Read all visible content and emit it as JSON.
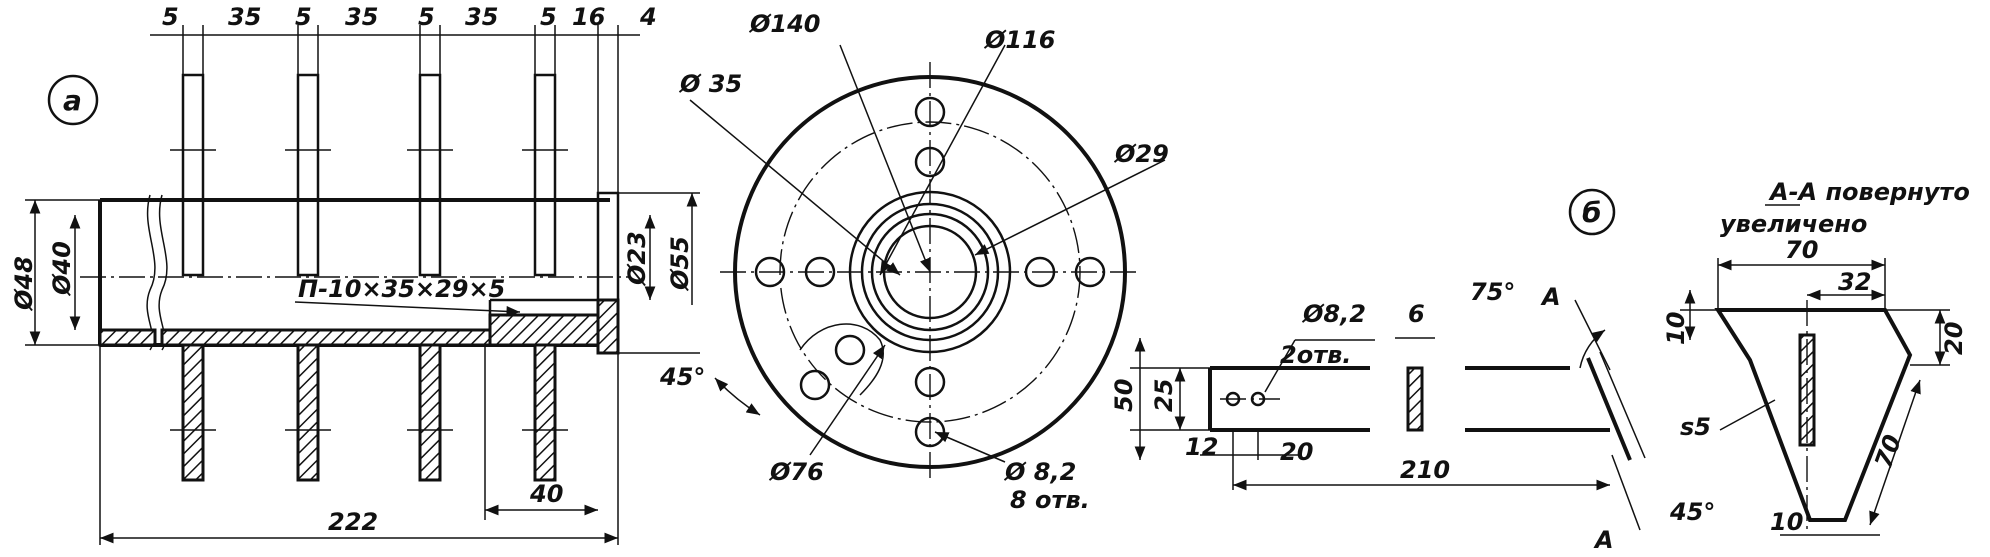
{
  "view_a": {
    "marker": "а",
    "top_dims": [
      "5",
      "35",
      "5",
      "35",
      "5",
      "35",
      "5",
      "16",
      "4"
    ],
    "d48": "Ø48",
    "d40": "Ø40",
    "d23": "Ø23",
    "d55": "Ø55",
    "plate": "П-10×35×29×5",
    "len_222": "222",
    "len_40": "40"
  },
  "flange": {
    "d140": "Ø140",
    "d116": "Ø116",
    "d35": "Ø 35",
    "d29": "Ø29",
    "angle45": "45°",
    "d76": "Ø76",
    "holes_size": "Ø 8,2",
    "holes_count": "8 отв."
  },
  "view_b": {
    "marker": "б",
    "d82": "Ø8,2",
    "holes2": "2отв.",
    "thk6": "6",
    "h50": "50",
    "h25": "25",
    "w12": "12",
    "w20": "20",
    "len210": "210",
    "angle75": "75°",
    "sec_letter_top": "А",
    "sec_letter_bottom": "А",
    "angle45": "45°"
  },
  "section_aa": {
    "title": "А-А повернуто",
    "subtitle": "увеличено",
    "w70": "70",
    "w32": "32",
    "h10": "10",
    "h20": "20",
    "s5": "s5",
    "l70": "70",
    "b10": "10"
  }
}
